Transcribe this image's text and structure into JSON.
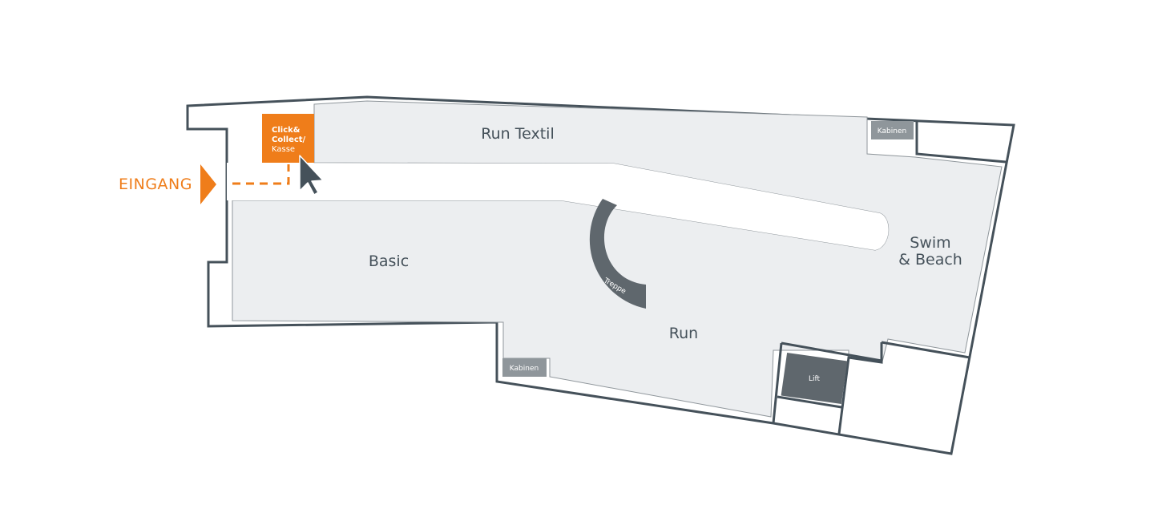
{
  "map": {
    "entrance": {
      "label": "EINGANG"
    },
    "click_collect": {
      "line1": "Click&",
      "line2": "Collect/",
      "line3": "Kasse"
    },
    "zones": {
      "run_textil": "Run Textil",
      "basic": "Basic",
      "run": "Run",
      "swim_beach_line1": "Swim",
      "swim_beach_line2": "& Beach"
    },
    "facilities": {
      "kabinen_top": "Kabinen",
      "kabinen_bottom": "Kabinen",
      "lift": "Lift",
      "treppe": "Treppe"
    }
  },
  "colors": {
    "accent": "#ef7d1a",
    "wall": "#45515a",
    "floor": "#eceef0",
    "facility": "#8f969b",
    "stairs": "#5f676d"
  }
}
